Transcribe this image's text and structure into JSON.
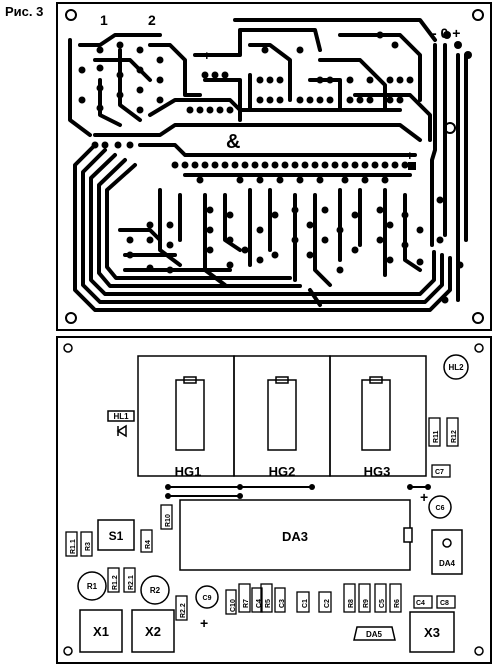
{
  "caption": "Рис. 3",
  "pcb": {
    "connector_labels": [
      "1",
      "2"
    ],
    "plus_sign": "+",
    "ampersand": "&",
    "minus_zero_plus": "- 0 +"
  },
  "assembly": {
    "displays": [
      "HG1",
      "HG2",
      "HG3"
    ],
    "chip_main": "DA3",
    "chip_da4": "DA4",
    "chip_da5": "DA5",
    "switch": "S1",
    "connectors": [
      "X1",
      "X2",
      "X3"
    ],
    "leds": [
      "HL1",
      "HL2"
    ],
    "pots": [
      "R1",
      "R2"
    ],
    "resistors": [
      "R1.1",
      "R3",
      "R4",
      "R10",
      "R1.2",
      "R2.1",
      "R2.2",
      "R7",
      "R5",
      "R8",
      "R9",
      "R6",
      "R11",
      "R12"
    ],
    "capacitors": [
      "C9",
      "C10",
      "C4",
      "C3",
      "C1",
      "C2",
      "C5",
      "C4",
      "C8",
      "C7",
      "C6"
    ]
  }
}
